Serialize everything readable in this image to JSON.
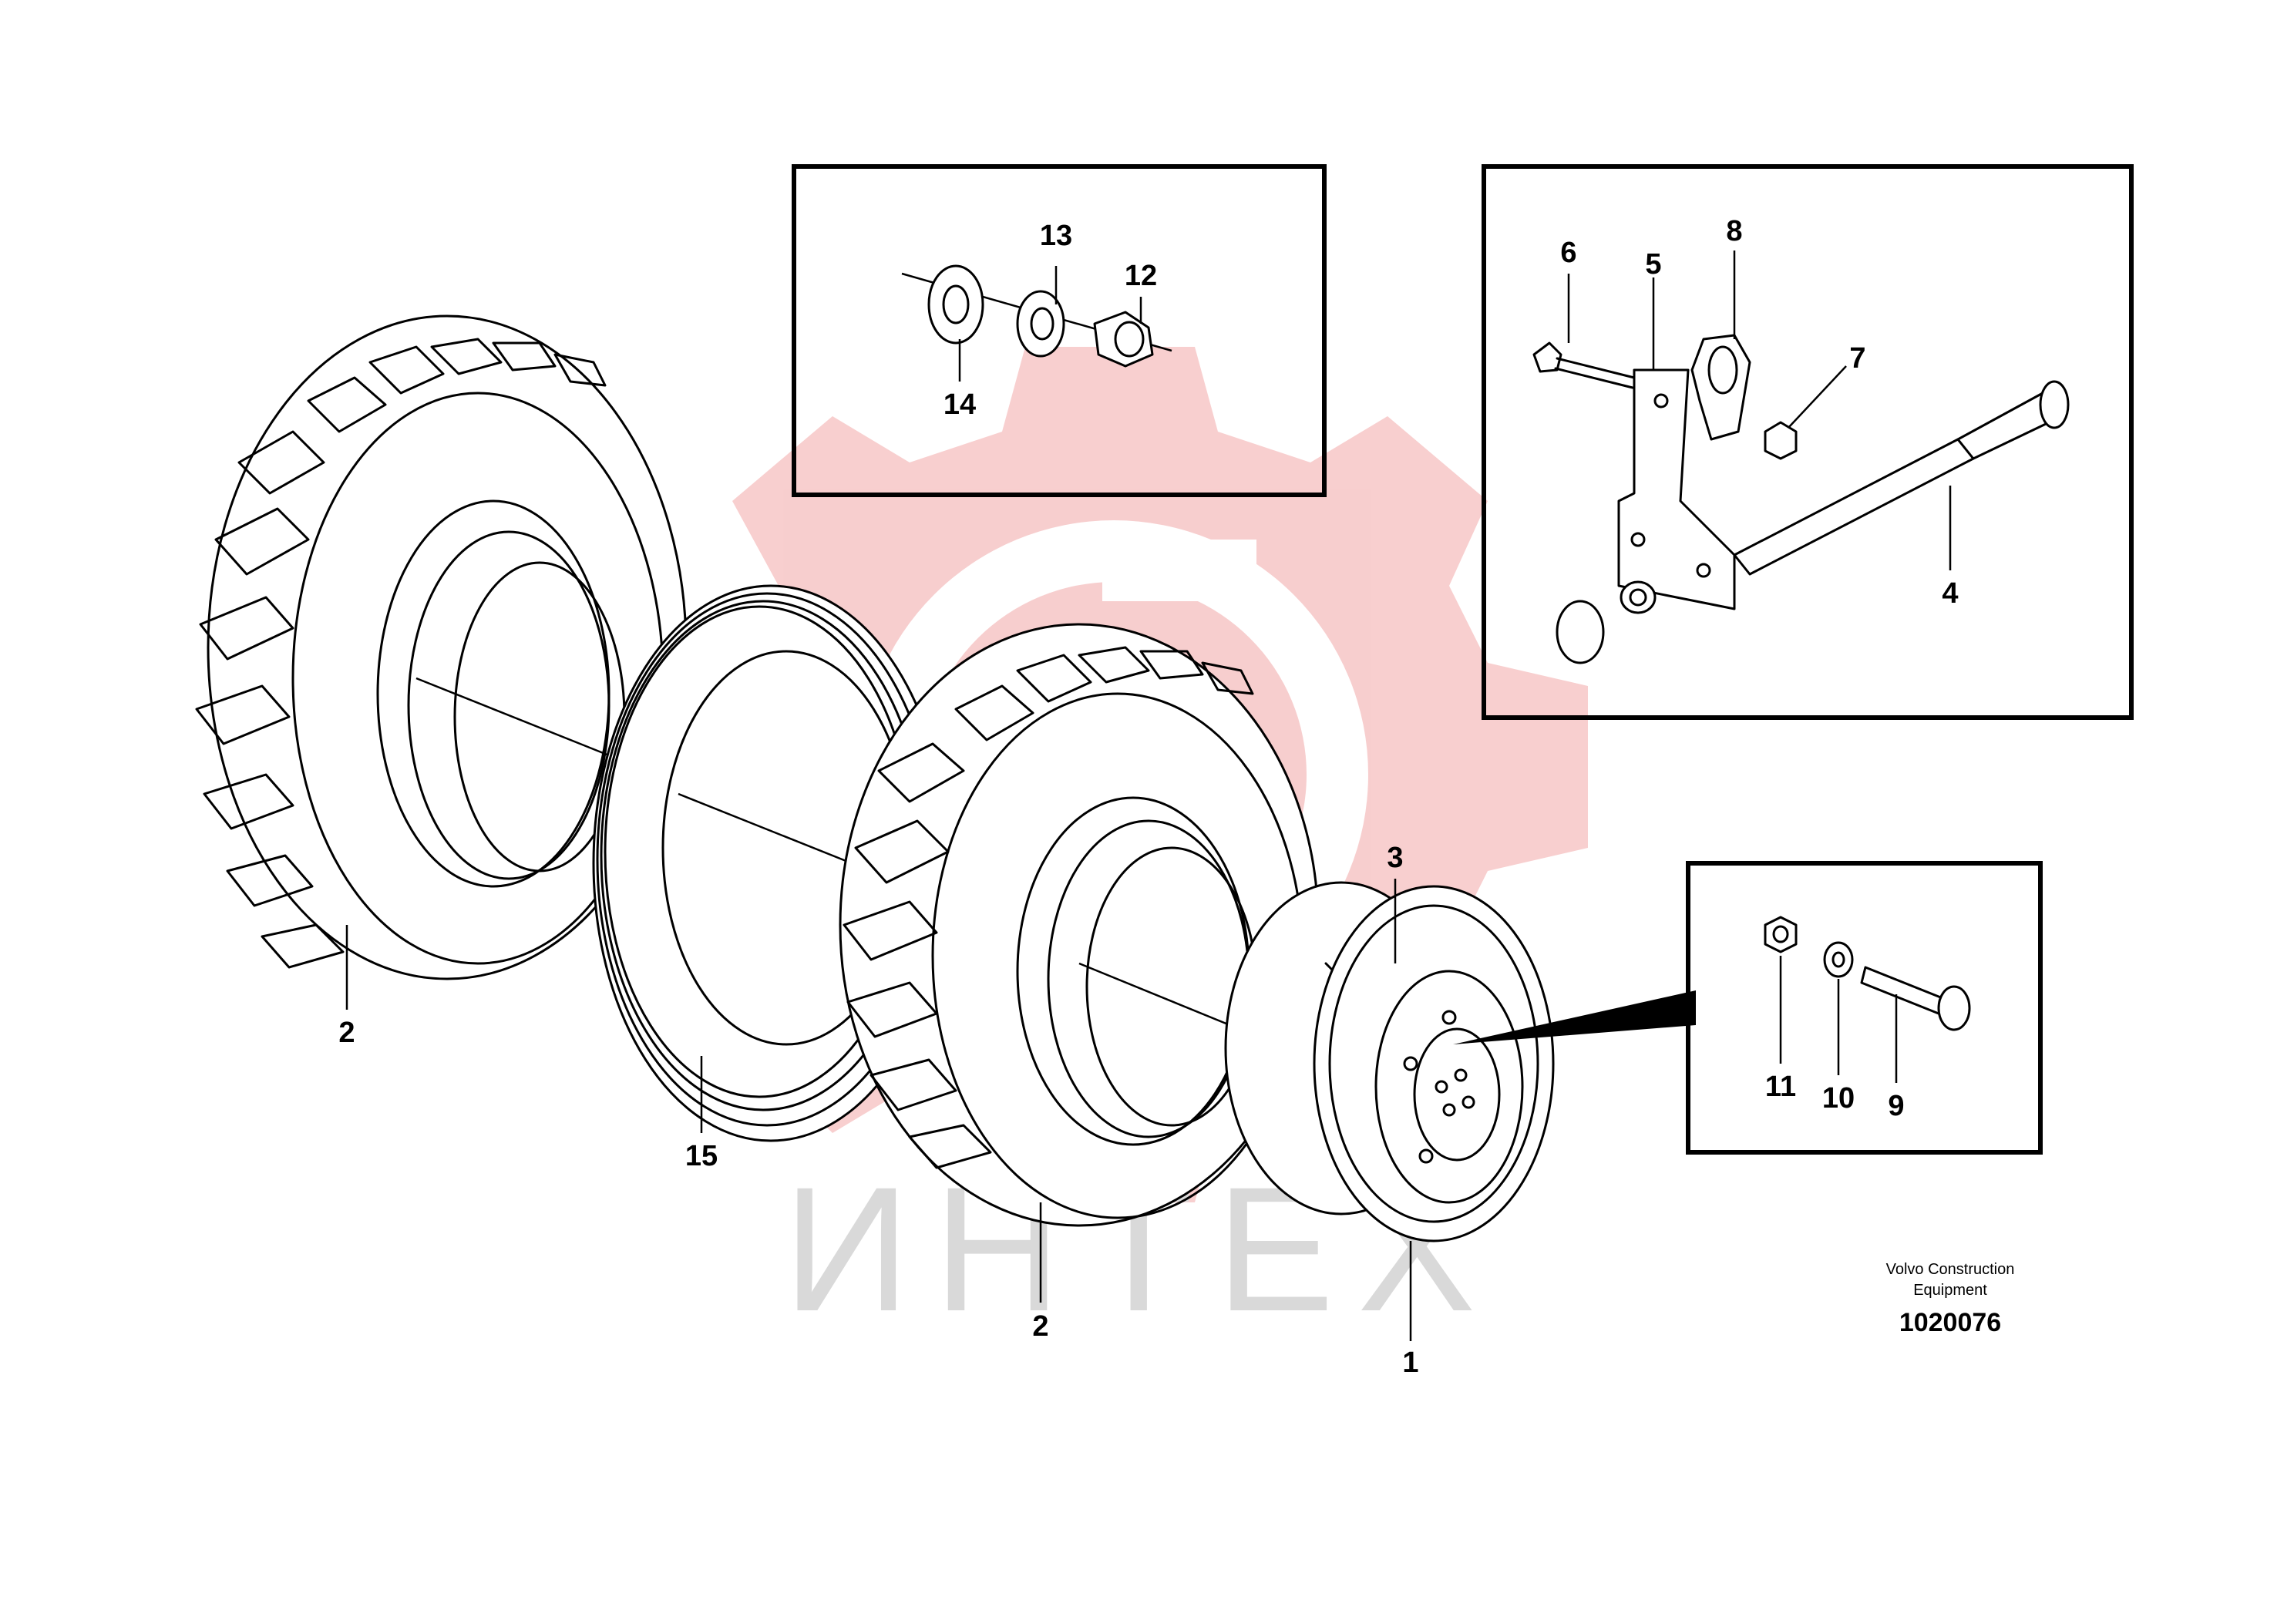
{
  "diagram": {
    "callouts": {
      "c1": "1",
      "c2a": "2",
      "c2b": "2",
      "c3": "3",
      "c4": "4",
      "c5": "5",
      "c6": "6",
      "c7": "7",
      "c8": "8",
      "c9": "9",
      "c10": "10",
      "c11": "11",
      "c12": "12",
      "c13": "13",
      "c14": "14",
      "c15": "15"
    },
    "publisher_line1": "Volvo Construction",
    "publisher_line2": "Equipment",
    "drawing_number": "1020076",
    "watermark_text": "ИНТЕХ"
  },
  "colors": {
    "line": "#000000",
    "background": "#ffffff",
    "watermark_logo": "#f2a7a7",
    "watermark_text": "#d9d9d9"
  }
}
